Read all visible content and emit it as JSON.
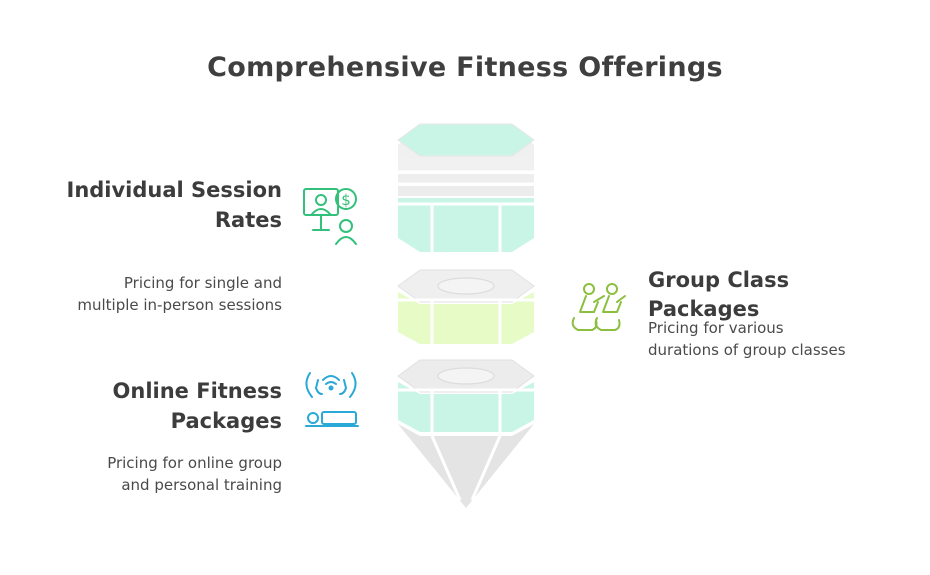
{
  "title": "Comprehensive Fitness Offerings",
  "items": [
    {
      "heading_line1": "Individual Session",
      "heading_line2": "Rates",
      "desc_line1": "Pricing for single and",
      "desc_line2": "multiple in-person sessions",
      "icon": "personal-trainer-icon",
      "color": "#33c07a"
    },
    {
      "heading_line1": "Group Class",
      "heading_line2": "Packages",
      "desc_line1": "Pricing for various",
      "desc_line2": "durations of group classes",
      "icon": "group-cycling-icon",
      "color": "#8cbf3f"
    },
    {
      "heading_line1": "Online Fitness",
      "heading_line2": "Packages",
      "desc_line1": "Pricing for online group",
      "desc_line2": "and personal training",
      "icon": "online-training-icon",
      "color": "#2aa8d8"
    }
  ],
  "colors": {
    "mint": "#c9f5e6",
    "mint_dark": "#b5efdc",
    "lime": "#e6fbc6",
    "grey_top": "#ececec",
    "grey_cone": "#e2e2e2"
  }
}
